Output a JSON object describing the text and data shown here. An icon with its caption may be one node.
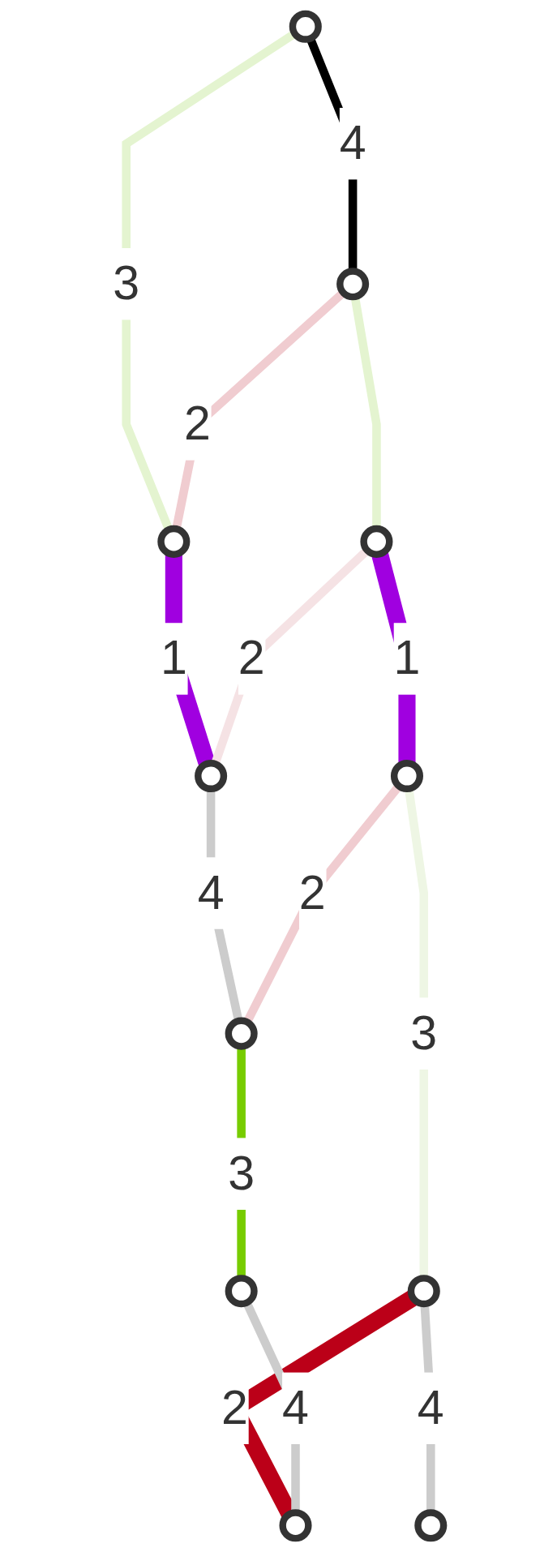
{
  "diagram": {
    "nodes": [
      {
        "text": [],
        "shape": "circle"
      },
      {
        "text": [],
        "shape": "circle"
      },
      {
        "text": [],
        "shape": "circle"
      },
      {
        "text": [],
        "shape": "circle"
      },
      {
        "text": [],
        "shape": "circle"
      },
      {
        "text": [],
        "shape": "circle"
      },
      {
        "text": [],
        "shape": "circle"
      },
      {
        "text": [],
        "shape": "circle"
      },
      {
        "text": [],
        "shape": "circle"
      },
      {
        "text": [],
        "shape": "circle"
      },
      {
        "text": [],
        "shape": "circle"
      }
    ],
    "edges": [
      {
        "from": 0,
        "to": 2,
        "arrow": "none",
        "label": "4",
        "color": "#000000"
      },
      {
        "from": 0,
        "to": 1,
        "arrow": "none",
        "label": "3",
        "color": "#e4f4d0"
      },
      {
        "from": 2,
        "to": 1,
        "arrow": "none",
        "label": "2",
        "color": "#f0ccd0"
      },
      {
        "from": 1,
        "to": 3,
        "arrow": "none",
        "label": "1",
        "style": "thick",
        "color": "#a000e0"
      },
      {
        "from": 2,
        "to": 4,
        "arrow": "none",
        "color": "#e4f4d0"
      },
      {
        "from": 4,
        "to": 3,
        "arrow": "none",
        "label": "2",
        "color": "#f5e2e4"
      },
      {
        "from": 4,
        "to": 6,
        "arrow": "none",
        "label": "1",
        "style": "thick",
        "color": "#a000e0"
      },
      {
        "from": 3,
        "to": 5,
        "arrow": "none",
        "label": "4",
        "color": "#cccccc"
      },
      {
        "from": 6,
        "to": 5,
        "arrow": "none",
        "label": "2",
        "color": "#f0ccd0"
      },
      {
        "from": 5,
        "to": 8,
        "arrow": "none",
        "label": "3",
        "color": "#77cc00"
      },
      {
        "from": 6,
        "to": 9,
        "arrow": "none",
        "label": "3",
        "color": "#eef6e4"
      },
      {
        "from": 9,
        "to": 7,
        "arrow": "none",
        "label": "4",
        "color": "#cccccc"
      },
      {
        "from": 9,
        "to": 10,
        "arrow": "none",
        "label": "2",
        "style": "thick",
        "color": "#bb0018"
      },
      {
        "from": 8,
        "to": 10,
        "arrow": "none",
        "label": "4",
        "color": "#cccccc"
      }
    ]
  }
}
